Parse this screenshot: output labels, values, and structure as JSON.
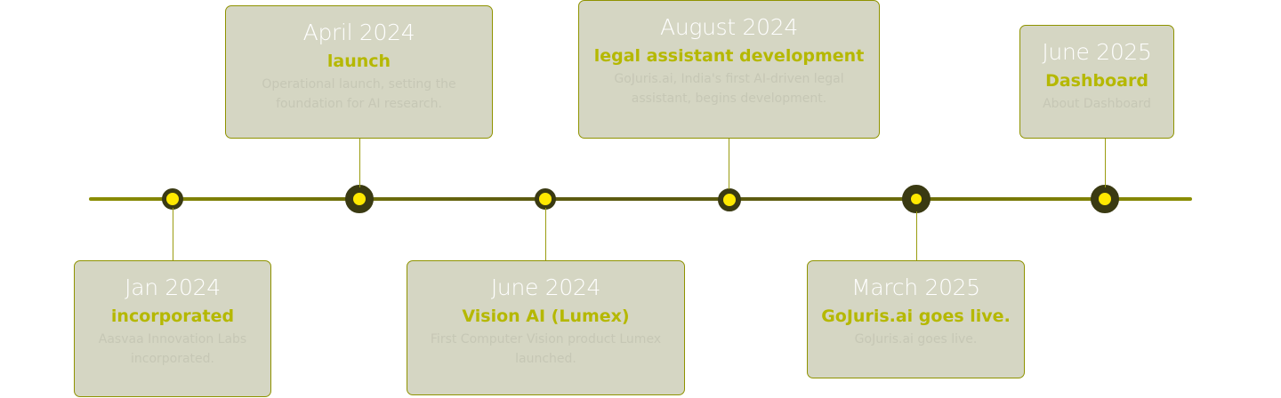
{
  "milestones": [
    {
      "date": "Jan 2024",
      "title": "incorporated",
      "description": "Aasvaa Innovation Labs incorporated."
    },
    {
      "date": "April 2024",
      "title": "launch",
      "description": "Operational launch, setting the foundation for AI research."
    },
    {
      "date": "June 2024",
      "title": "Vision AI (Lumex)",
      "description": "First Computer Vision product Lumex launched."
    },
    {
      "date": "August 2024",
      "title": "legal assistant development",
      "description": "GoJuris.ai, India's first AI-driven legal assistant, begins development."
    },
    {
      "date": "March 2025",
      "title": "GoJuris.ai goes live.",
      "description": "GoJuris.ai goes live."
    },
    {
      "date": "June 2025",
      "title": "Dashboard",
      "description": "About Dashboard"
    }
  ],
  "colors": {
    "accent": "#b5b800",
    "node_fill": "#ffe900",
    "node_ring": "#3a3a12",
    "card_bg": "#d5d6c3",
    "card_border": "#8f9300"
  }
}
